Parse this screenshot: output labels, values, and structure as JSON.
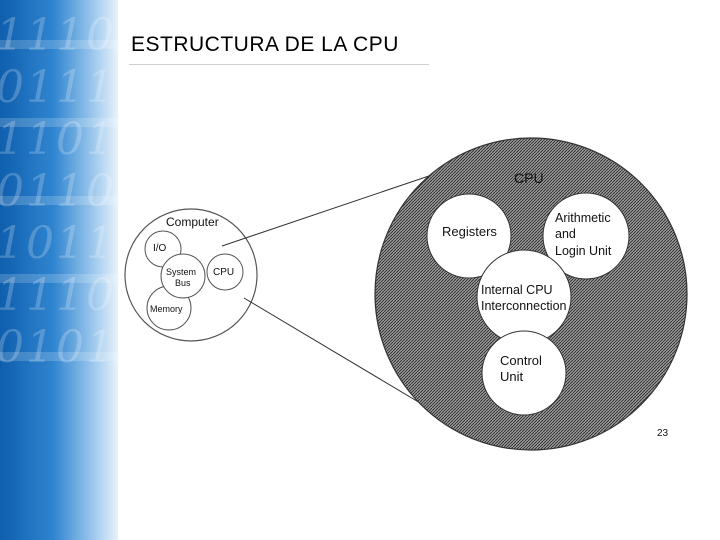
{
  "slide": {
    "title": "ESTRUCTURA DE LA CPU",
    "page_number": "23",
    "side_band_digits": [
      "1110",
      "0111",
      "1101",
      "0110",
      "1011",
      "1110",
      "0101"
    ]
  },
  "diagram": {
    "computer": {
      "label": "Computer",
      "io_label": "I/O",
      "system_bus_label": [
        "System",
        "Bus"
      ],
      "cpu_label": "CPU",
      "memory_label": "Memory"
    },
    "cpu_detail": {
      "label": "CPU",
      "registers_label": "Registers",
      "alu_label": [
        "Arithmetic",
        "and",
        "Login Unit"
      ],
      "interconnection_label": [
        "Internal CPU",
        "Interconnection"
      ],
      "control_unit_label": [
        "Control",
        "Unit"
      ]
    }
  }
}
